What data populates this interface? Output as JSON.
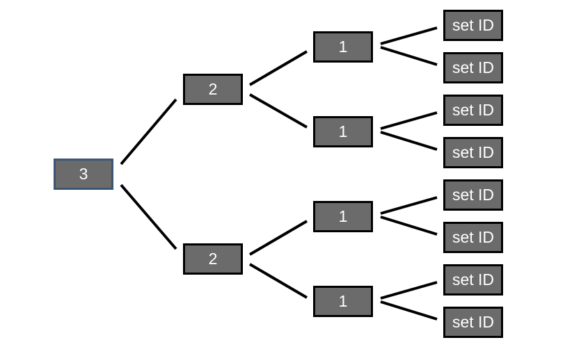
{
  "tree": {
    "root": {
      "label": "3"
    },
    "level1": [
      {
        "label": "2"
      },
      {
        "label": "2"
      }
    ],
    "level2": [
      {
        "label": "1"
      },
      {
        "label": "1"
      },
      {
        "label": "1"
      },
      {
        "label": "1"
      }
    ],
    "leaves": [
      {
        "label": "set ID"
      },
      {
        "label": "set ID"
      },
      {
        "label": "set ID"
      },
      {
        "label": "set ID"
      },
      {
        "label": "set ID"
      },
      {
        "label": "set ID"
      },
      {
        "label": "set ID"
      },
      {
        "label": "set ID"
      }
    ]
  },
  "colors": {
    "node_fill": "#6b6b6b",
    "node_border": "#000000",
    "root_border": "#3b5573",
    "text": "#ffffff",
    "edge": "#000000"
  }
}
